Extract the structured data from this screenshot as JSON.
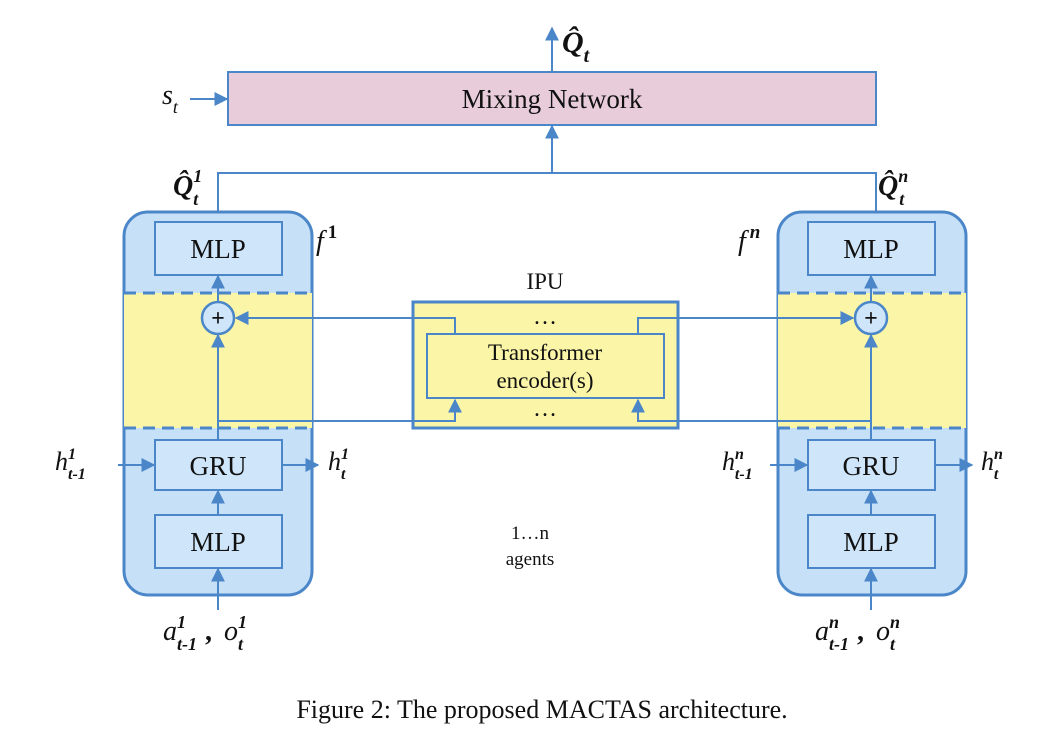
{
  "figure": {
    "caption": "Figure 2: The proposed MACTAS architecture."
  },
  "mixing": {
    "label": "Mixing Network",
    "output_symbol": "Q̂",
    "output_sub": "t",
    "state_symbol": "s",
    "state_sub": "t"
  },
  "agent_left": {
    "f_symbol": "f",
    "f_sup": "1",
    "q_symbol": "Q̂",
    "q_sup": "1",
    "q_sub": "t",
    "mlp_top": "MLP",
    "gru": "GRU",
    "mlp_bottom": "MLP",
    "plus": "+",
    "h_in_symbol": "h",
    "h_in_sup": "1",
    "h_in_sub": "t-1",
    "h_out_symbol": "h",
    "h_out_sup": "1",
    "h_out_sub": "t",
    "a_symbol": "a",
    "a_sup": "1",
    "a_sub": "t-1",
    "sep": ",",
    "o_symbol": "o",
    "o_sup": "1",
    "o_sub": "t"
  },
  "agent_right": {
    "f_symbol": "f",
    "f_sup": "n",
    "q_symbol": "Q̂",
    "q_sup": "n",
    "q_sub": "t",
    "mlp_top": "MLP",
    "gru": "GRU",
    "mlp_bottom": "MLP",
    "plus": "+",
    "h_in_symbol": "h",
    "h_in_sup": "n",
    "h_in_sub": "t-1",
    "h_out_symbol": "h",
    "h_out_sup": "n",
    "h_out_sub": "t",
    "a_symbol": "a",
    "a_sup": "n",
    "a_sub": "t-1",
    "sep": ",",
    "o_symbol": "o",
    "o_sup": "n",
    "o_sub": "t"
  },
  "ipu": {
    "label": "IPU",
    "dots": "…",
    "encoder_line1": "Transformer",
    "encoder_line2": "encoder(s)"
  },
  "agents_note": {
    "line1": "1…n",
    "line2": "agents"
  },
  "colors": {
    "line": "#4a86c8",
    "agent_fill": "#c5e0f7",
    "module_fill": "#cfe6fa",
    "yellow": "#fbf5a8",
    "mixing_fill": "#e8ccd9"
  }
}
